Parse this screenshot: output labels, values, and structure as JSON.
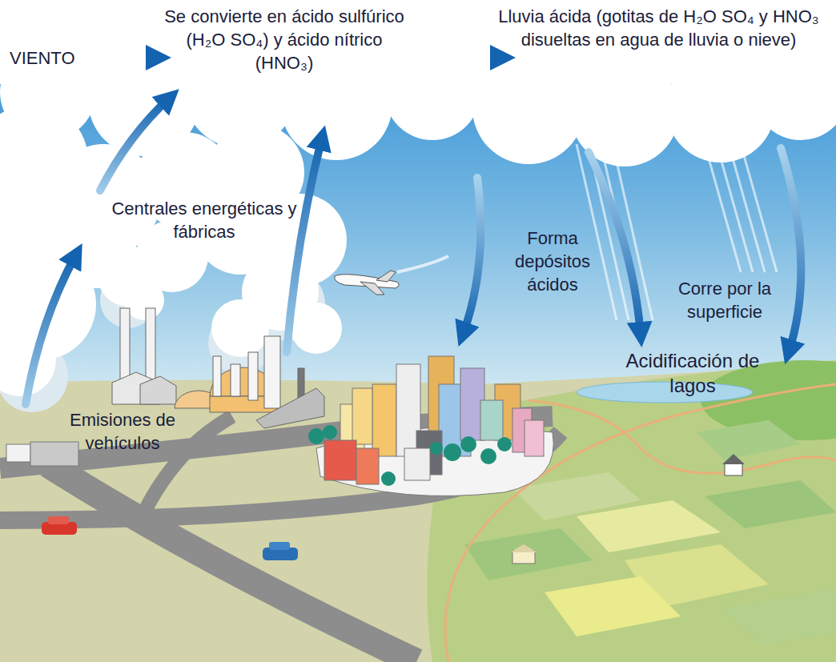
{
  "diagram": {
    "labels": [
      "VIENTO",
      "Se convierte en ácido sulfúrico (H₂O SO₄) y ácido nítrico (HNO₃)",
      "Lluvia ácida (gotitas de H₂O SO₄ y HNO₃ disueltas en agua de lluvia o nieve)",
      "Centrales energéticas y fábricas",
      "Forma depósitos ácidos",
      "Corre por la superficie",
      "Acidificación de lagos",
      "Emisiones de vehículos"
    ]
  }
}
